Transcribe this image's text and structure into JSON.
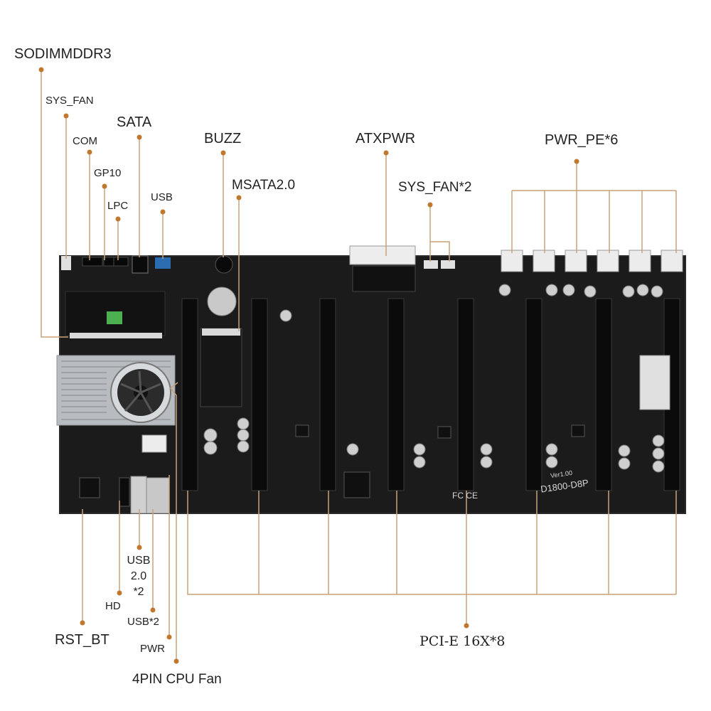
{
  "labels": {
    "sodimm": "SODIMMDDR3",
    "sys_fan": "SYS_FAN",
    "sata": "SATA",
    "com": "COM",
    "gp10": "GP10",
    "lpc": "LPC",
    "usb": "USB",
    "buzz": "BUZZ",
    "msata": "MSATA2.0",
    "atxpwr": "ATXPWR",
    "sys_fan2": "SYS_FAN*2",
    "pwr_pe": "PWR_PE*6",
    "usb20_line1": "USB",
    "usb20_line2": "2.0",
    "usb20_line3": "*2",
    "hd": "HD",
    "usb2": "USB*2",
    "rst_bt": "RST_BT",
    "pwr": "PWR",
    "cpu_fan": "4PIN CPU Fan",
    "pcie": "PCI-E 16X*8"
  },
  "board": {
    "model": "D1800-D8P",
    "version": "Ver1.00",
    "cert_marks": "FC CE"
  },
  "colors": {
    "board": "#1b1b1b",
    "leader_line": "#c9a27a",
    "dot": "#c0782f",
    "slot": "#0b0b0b",
    "heatsink": "#b8bcc0",
    "connector": "#e6e6e6"
  }
}
